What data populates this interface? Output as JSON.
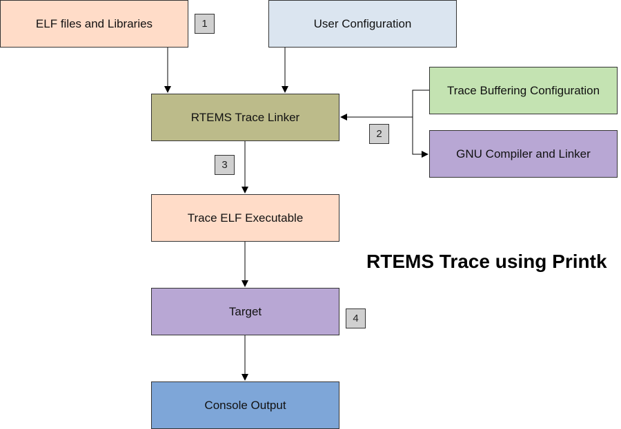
{
  "title": "RTEMS Trace using Printk",
  "nodes": {
    "elf_files": {
      "label": "ELF files and Libraries",
      "color": "#ffdcc8"
    },
    "user_config": {
      "label": "User Configuration",
      "color": "#dbe5f0"
    },
    "trace_linker": {
      "label": "RTEMS Trace Linker",
      "color": "#bcbb8a"
    },
    "buffering_config": {
      "label": "Trace Buffering Configuration",
      "color": "#c4e3b2"
    },
    "gnu_compiler": {
      "label": "GNU Compiler and Linker",
      "color": "#b8a7d4"
    },
    "trace_elf": {
      "label": "Trace ELF Executable",
      "color": "#ffdcc8"
    },
    "target": {
      "label": "Target",
      "color": "#b8a7d4"
    },
    "console_output": {
      "label": "Console Output",
      "color": "#7ea6d8"
    }
  },
  "badges": [
    "1",
    "2",
    "3",
    "4"
  ]
}
